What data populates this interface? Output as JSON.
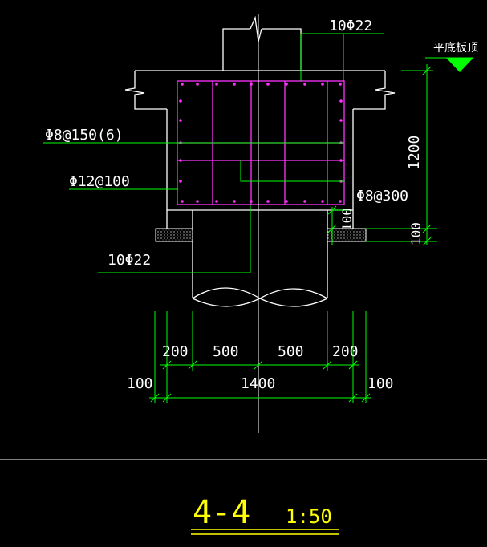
{
  "labels": {
    "top_rebar": "10Φ22",
    "level_mark": "平底板顶",
    "stirrup": "Φ8@150(6)",
    "side_bar": "Φ12@100",
    "tie_bar": "Φ8@300",
    "bottom_rebar": "10Φ22",
    "height_total": "1200",
    "height_base": "100",
    "height_pad": "100"
  },
  "dimensions": {
    "seg_left_edge": "200",
    "seg_left_mid": "500",
    "seg_right_mid": "500",
    "seg_right_edge": "200",
    "overall": "1400",
    "pad_left": "100",
    "pad_right": "100"
  },
  "title": {
    "section": "4-4",
    "scale": "1:50"
  },
  "colors": {
    "background": "#000000",
    "outline": "#ffffff",
    "rebar": "#ff33ff",
    "dimension": "#00ff00",
    "title": "#ffff00",
    "level_marker": "#00ff00"
  }
}
